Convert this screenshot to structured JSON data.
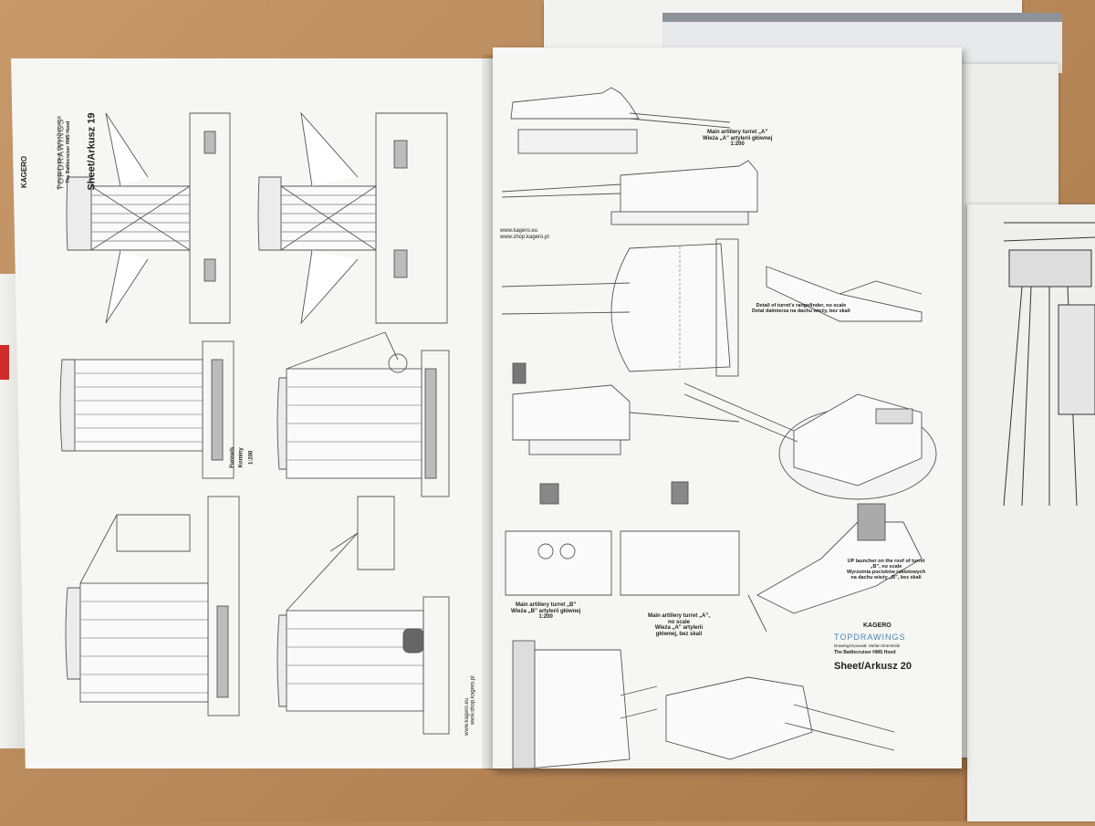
{
  "left_page": {
    "brand": "KAGERO",
    "series": "TOPDRAWINGS",
    "credit": "Drawings/rysował: Stefan Draminski",
    "subtitle": "The Battlecruiser HMS Hood",
    "sheet": "Sheet/Arkusz 19",
    "funnels_title": "Funnels",
    "funnels_pl": "Kominy",
    "funnels_scale": "1:200",
    "url1": "www.kagero.eu",
    "url2": "www.shop.kagero.pl"
  },
  "right_page": {
    "urls": [
      "www.kagero.eu",
      "www.shop.kagero.pl"
    ],
    "turret_a_title": [
      "Main artillery turret „A”",
      "Wieża „A” artylerii głównej",
      "1:200"
    ],
    "rangefinder": [
      "Detail of turret's rangefinder, no scale",
      "Detal dalmierza na dachu wieży, bez skali"
    ],
    "up_launcher": [
      "UP launcher on the roof of turret",
      "„B”, no scale",
      "Wyrzutnia pocisków rakietowych",
      "na dachu wieży „B”, bez skali"
    ],
    "turret_b_title": [
      "Main artillery turret „B”",
      "Wieża „B” artylerii głównej",
      "1:200"
    ],
    "turret_a_noscale": [
      "Main artillery turret „A”,",
      "no scale",
      "Wieża „A” artylerii",
      "głównej, bez skali"
    ],
    "brand": "KAGERO",
    "series": "TOPDRAWINGS",
    "credit": "Drawings/rysował: Stefan Draminski",
    "subtitle": "The Battlecruiser HMS Hood",
    "sheet": "Sheet/Arkusz 20"
  }
}
